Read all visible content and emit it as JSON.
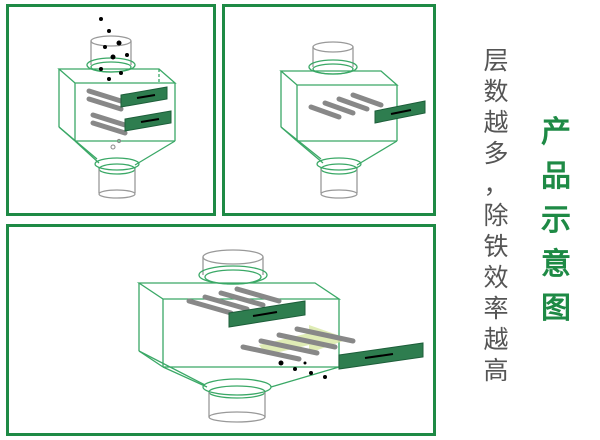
{
  "caption": "层数越多，除铁效率越高",
  "heading": "产品示意图",
  "colors": {
    "frame_green": "#1e8a45",
    "magnet_bar": "#2e7d4f",
    "outline_green": "#3aa866",
    "flow_arrow": "#d9e9a8"
  },
  "panels": [
    {
      "name": "panel-two-layer",
      "description_icon": "hopper-with-two-magnet-layers"
    },
    {
      "name": "panel-one-layer",
      "description_icon": "hopper-with-single-magnet-layer"
    },
    {
      "name": "panel-staggered-layers",
      "description_icon": "hopper-with-staggered-magnet-layers"
    }
  ]
}
